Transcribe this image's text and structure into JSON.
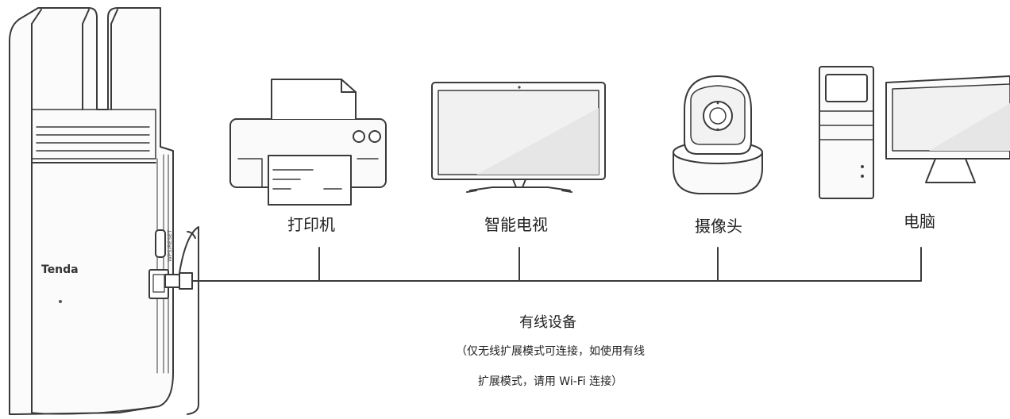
{
  "device": {
    "brand": "Tenda",
    "port_label": "WPS/RESET"
  },
  "devices": [
    {
      "id": "printer",
      "label": "打印机",
      "icon": "printer-icon"
    },
    {
      "id": "tv",
      "label": "智能电视",
      "icon": "tv-icon"
    },
    {
      "id": "camera",
      "label": "摄像头",
      "icon": "camera-icon"
    },
    {
      "id": "computer",
      "label": "电脑",
      "icon": "computer-icon"
    }
  ],
  "caption": {
    "title": "有线设备",
    "note_line1": "（仅无线扩展模式可连接，如使用有线",
    "note_line2": "扩展模式，请用 Wi-Fi 连接）"
  }
}
